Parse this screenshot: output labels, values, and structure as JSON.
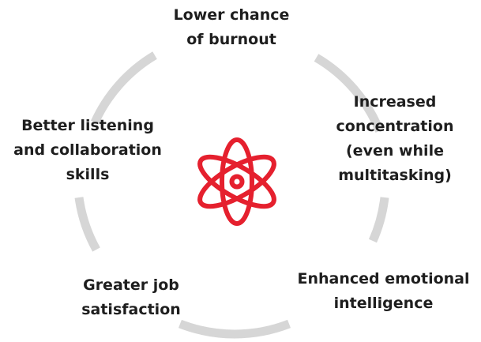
{
  "benefits": {
    "top": [
      "Lower chance",
      "of burnout"
    ],
    "right": [
      "Increased",
      "concentration",
      "(even while",
      "multitasking)"
    ],
    "left": [
      "Better listening",
      "and collaboration",
      "skills"
    ],
    "bottom_right": [
      "Enhanced emotional",
      "intelligence"
    ],
    "bottom_left": [
      "Greater job",
      "satisfaction"
    ]
  },
  "colors": {
    "ring": "#d6d6d6",
    "icon": "#e5202e",
    "text": "#1e1e1e"
  },
  "center_icon": "atom-icon"
}
